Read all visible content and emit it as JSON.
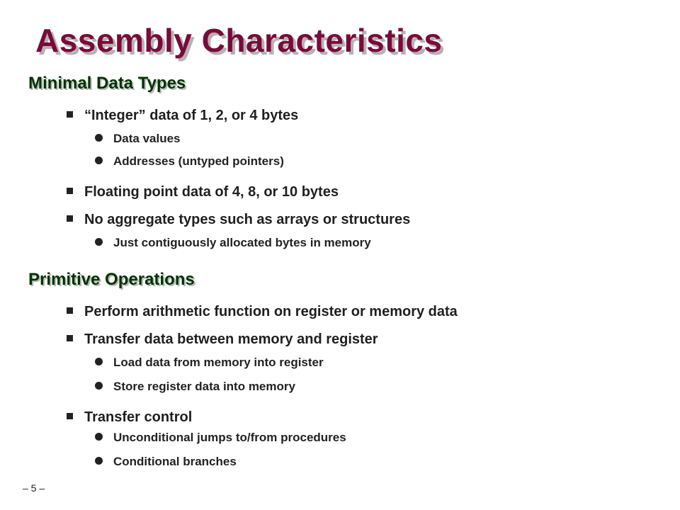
{
  "slide": {
    "title": "Assembly Characteristics",
    "page_number": "– 5 –"
  },
  "sections": [
    {
      "heading": "Minimal Data Types",
      "items": [
        {
          "text": "“Integer” data of 1, 2, or 4 bytes",
          "subitems": [
            "Data values",
            "Addresses (untyped pointers)"
          ]
        },
        {
          "text": "Floating point data of 4, 8, or 10 bytes",
          "subitems": []
        },
        {
          "text": "No aggregate types such as arrays or structures",
          "subitems": [
            "Just contiguously allocated bytes in memory"
          ]
        }
      ]
    },
    {
      "heading": "Primitive Operations",
      "items": [
        {
          "text": "Perform arithmetic function on register or memory data",
          "subitems": []
        },
        {
          "text": "Transfer data between memory and register",
          "subitems": [
            "Load data from memory into register",
            "Store register data into memory"
          ]
        },
        {
          "text": "Transfer control",
          "subitems": [
            "Unconditional jumps to/from procedures",
            "Conditional branches"
          ]
        }
      ]
    }
  ]
}
